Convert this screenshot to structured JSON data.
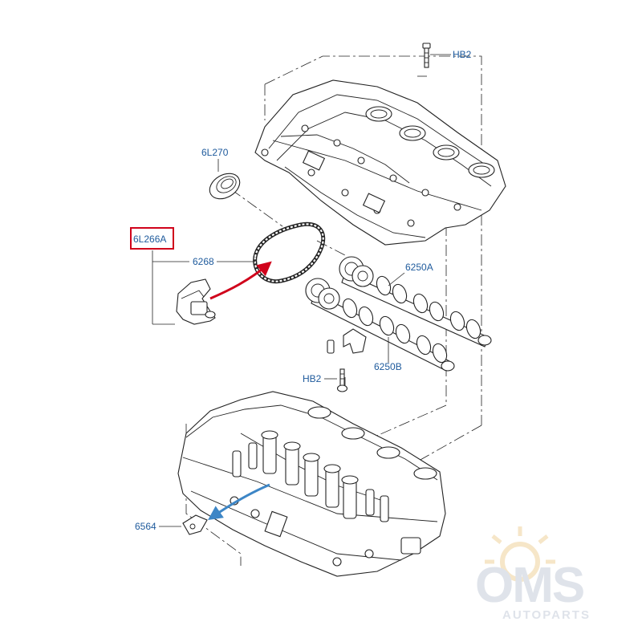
{
  "labels": {
    "hb2_top": "HB2",
    "p6l270": "6L270",
    "p6l266a": "6L266A",
    "p6268": "6268",
    "p6250a": "6250A",
    "p6250b": "6250B",
    "hb2_mid": "HB2",
    "p6564": "6564"
  },
  "watermark": {
    "brand": "OMS",
    "tagline": "AUTOPARTS"
  },
  "colors": {
    "label": "#1e5a9c",
    "highlight_box": "#d0021b",
    "red_arrow": "#d0021b",
    "blue_arrow": "#3d86c6",
    "line": "#222222",
    "watermark": "#dfe3ea",
    "watermark_sun": "#f6e6c8"
  }
}
